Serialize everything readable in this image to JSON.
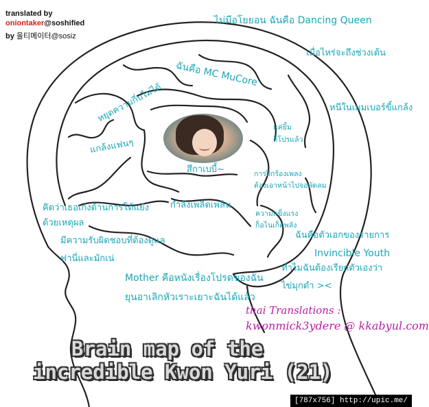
{
  "credits": {
    "line1": "translated by",
    "line2_red": "oniontaker",
    "line2_rest": "@soshified",
    "line3_by": "by",
    "line3_name": "올티메이터@sosiz"
  },
  "labels": {
    "dancing_queen": "ไม่มีอโยยอน ฉันคือ Dancing Queen",
    "when_dance": "เมื่อไหร่จะถึงช่วงเต้น",
    "mc_mucore": "ฉันคือ MC MuCore",
    "stop_love": "หยุดความกี่บไม่ได้",
    "hide_member": "หนีในเมมเบอร์ขี้แกล้ง",
    "just_smile": "แค่ยิ้ม",
    "thats_it": "ก็โปรแล้ว",
    "pretend_fan": "แกล้งแฟนๆ",
    "cute": "สึกาเบบี้~",
    "practice_song": "การฝึกร้องเพลง",
    "dance_fan": "ต้องเอาหน้าไปจอพัดลม",
    "argue_1": "คิดว่าเธอเก่งด้านการโต้แย้ง",
    "argue_2": "ด้วยเหตุผล",
    "enjoying": "กำลังเพลิดเพลิน",
    "strong_1": "ความแข็งแรง",
    "strong_2": "ก็อไนเก็ดพลัง",
    "responsible_1": "มีความรับผิดชอบที่ต้องดูแล",
    "responsible_2": "ฟานี่และมักเน่",
    "main_char": "ฉันคือตัวเอกของรายการ",
    "invincible": "Invincible Youth",
    "why_call_1": "ทำไมฉันต้องเรียกตัวเองว่า",
    "why_call_2": "ไข่มุกดำ ><",
    "mother_1": "Mother คือหนังเรื่องโปรดของฉัน",
    "mother_2": "ยุนอาเลิกหัวเราะเยาะฉันได้แล้ว"
  },
  "thai_translation": {
    "header": "thai Translations :",
    "name": "kwonmick3ydere @ kkabyul.com"
  },
  "title": {
    "line1": "Brain map of the",
    "line2": "incredible Kwon Yuri (21)"
  },
  "watermark": "[787x756] http://upic.me/",
  "colors": {
    "label": "#1aa6b7",
    "credit_red": "#d0201a",
    "thai_credit": "#b81fa8",
    "outline": "#222222"
  }
}
